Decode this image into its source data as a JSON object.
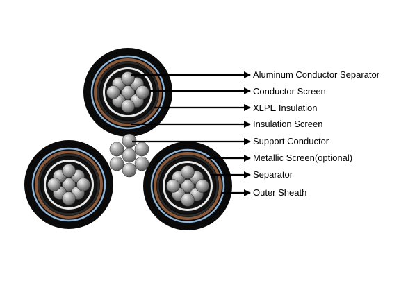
{
  "labels": [
    "Aluminum Conductor Separator",
    "Conductor Screen",
    "XLPE Insulation",
    "Insulation Screen",
    "Support Conductor",
    "Metallic Screen(optional)",
    "Separator",
    "Outer Sheath"
  ],
  "colors": {
    "sheath": "#0a0a0a",
    "separator_ring": "#2a2a2a",
    "metallic_blue": "#8fb6d8",
    "copper_tape": "#8a5a3a",
    "insulation": "#121212",
    "screen_white": "#e8e8e8",
    "strand_dark": "#505050",
    "strand_light": "#f2f2f2",
    "leader": "#000000"
  },
  "icons": [
    "cable-core-cross-section",
    "support-conductor-bundle",
    "arrow-leader"
  ]
}
